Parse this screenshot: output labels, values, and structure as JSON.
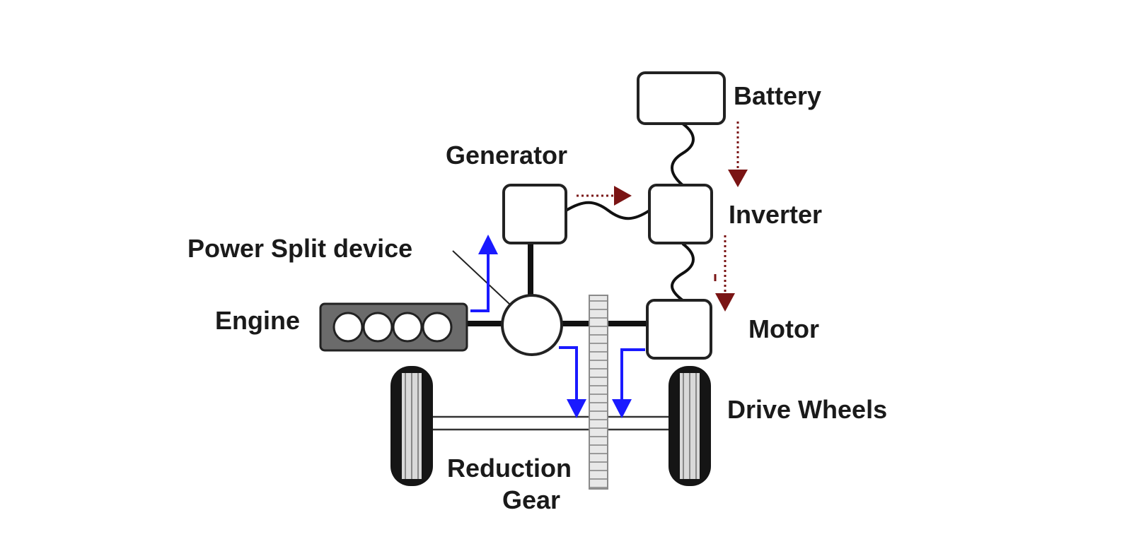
{
  "labels": {
    "battery": "Battery",
    "generator": "Generator",
    "inverter": "Inverter",
    "power_split_device": "Power Split device",
    "engine": "Engine",
    "motor": "Motor",
    "drive_wheels": "Drive Wheels",
    "reduction_gear_line1": "Reduction",
    "reduction_gear_line2": "Gear"
  },
  "colors": {
    "mechanical_flow_arrow": "#1a1aff",
    "electrical_flow_arrow": "#7a1414",
    "component_outline": "#222222",
    "engine_block": "#6b6b6b"
  },
  "flows": {
    "electrical": [
      "battery-to-inverter",
      "generator-to-inverter",
      "inverter-to-motor"
    ],
    "mechanical": [
      "engine-to-generator",
      "power-split-to-drive-wheels",
      "motor-to-drive-wheels"
    ]
  }
}
